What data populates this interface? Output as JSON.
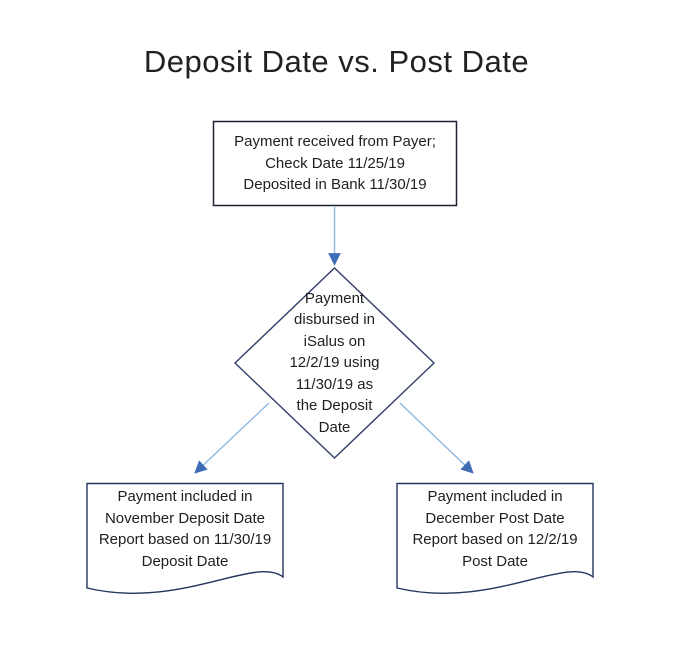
{
  "title": "Deposit Date vs. Post Date",
  "flowchart": {
    "start": {
      "shape": "process-rectangle",
      "text": "Payment received from Payer;\nCheck Date 11/25/19\nDeposited in Bank 11/30/19"
    },
    "decision": {
      "shape": "diamond",
      "text": "Payment\ndisbursed in\niSalus on\n12/2/19 using\n11/30/19 as\nthe Deposit\nDate"
    },
    "outcome_left": {
      "shape": "document",
      "text": "Payment included in\nNovember Deposit Date\nReport based on 11/30/19\nDeposit Date"
    },
    "outcome_right": {
      "shape": "document",
      "text": "Payment included in\nDecember Post Date\nReport based on 12/2/19\nPost Date"
    }
  },
  "colors": {
    "background": "#ffffff",
    "title_text": "#212121",
    "body_text": "#1f1f1f",
    "process_border": "#1c2330",
    "decision_border": "#33406b",
    "document_border": "#24365e",
    "connector_line": "#8fb8e2",
    "connector_arrowhead": "#3e6cb5"
  }
}
